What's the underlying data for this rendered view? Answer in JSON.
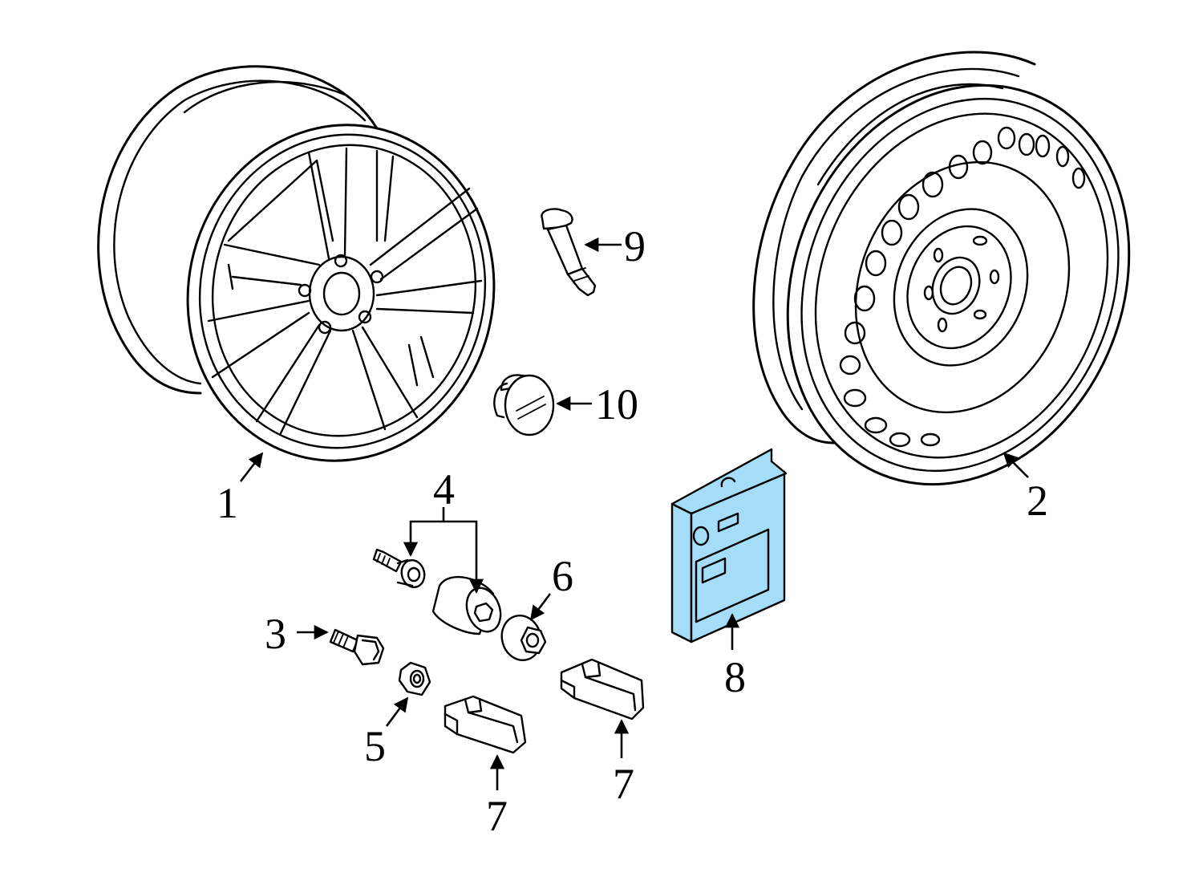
{
  "diagram": {
    "highlight_color": "#a5dcf8",
    "line_color": "#000000",
    "background": "#ffffff",
    "callouts": {
      "c1": "1",
      "c2": "2",
      "c3": "3",
      "c4": "4",
      "c5": "5",
      "c6": "6",
      "c7a": "7",
      "c7b": "7",
      "c8": "8",
      "c9": "9",
      "c10": "10"
    },
    "highlighted_part": "8"
  }
}
